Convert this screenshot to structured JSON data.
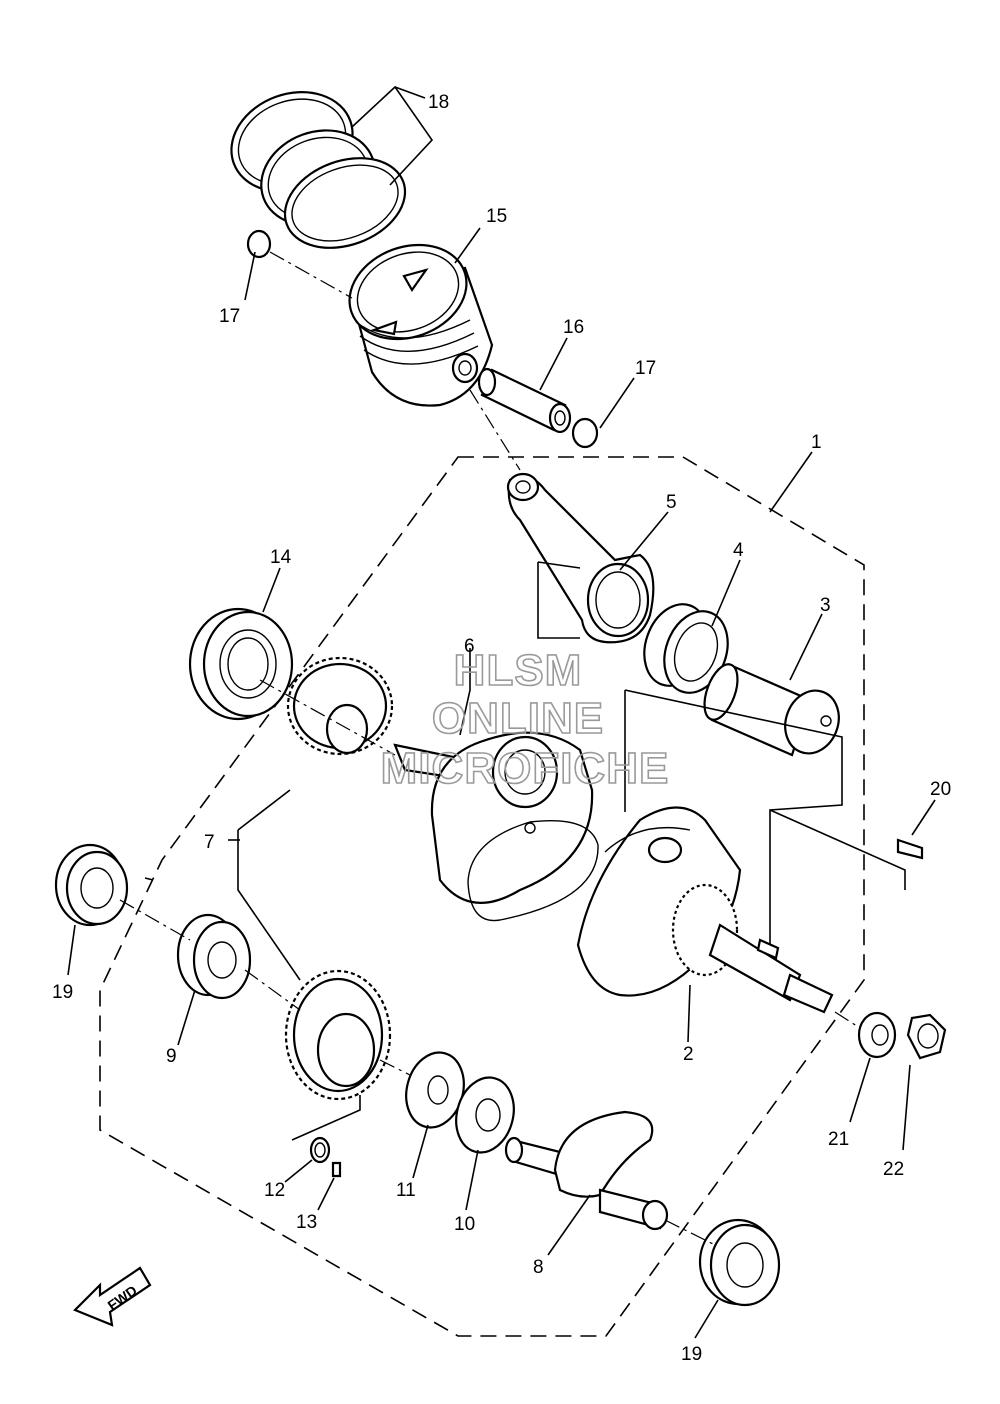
{
  "callouts": {
    "c1": "1",
    "c2": "2",
    "c3": "3",
    "c4": "4",
    "c5": "5",
    "c6": "6",
    "c7": "7",
    "c8": "8",
    "c9": "9",
    "c10": "10",
    "c11": "11",
    "c12": "12",
    "c13": "13",
    "c14": "14",
    "c15": "15",
    "c16": "16",
    "c17a": "17",
    "c17b": "17",
    "c18": "18",
    "c19a": "19",
    "c19b": "19",
    "c20": "20",
    "c21": "21",
    "c22": "22"
  },
  "watermark": {
    "line1": "HLSM",
    "line2": "ONLINE",
    "line3": "MICROFICHE"
  },
  "fwd_label": "FWD"
}
